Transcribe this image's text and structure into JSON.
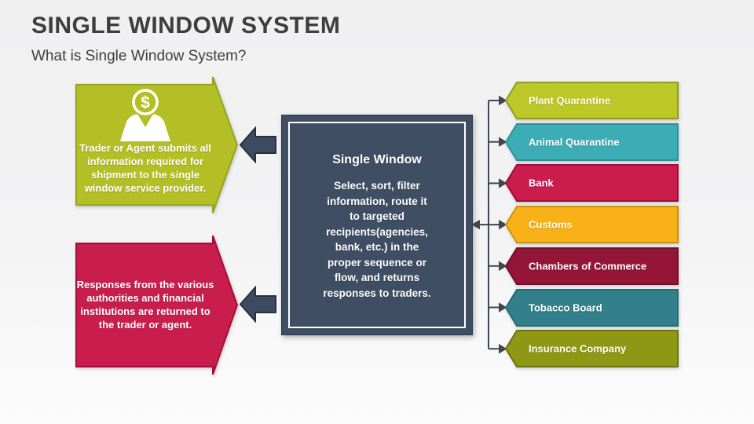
{
  "slide": {
    "title": "SINGLE WINDOW SYSTEM",
    "subtitle": "What is Single Window System?"
  },
  "left_boxes": {
    "items": [
      {
        "name": "trader-box",
        "icon": "trader-dollar-icon",
        "text": "Trader or Agent submits all\ninformation required for\nshipment to the single\nwindow service provider.",
        "fill": "#b3bf25",
        "border": "#96a31e"
      },
      {
        "name": "responses-box",
        "text": "Responses from the various\nauthorities and financial\ninstitutions are returned to\nthe trader or agent.",
        "fill": "#c91e4d",
        "border": "#a30f3d"
      }
    ]
  },
  "flow_arrows": {
    "fill": "#3e4a5f",
    "border": "#263142"
  },
  "center_box": {
    "title": "Single Window",
    "body": "Select, sort, filter\ninformation, route it\nto targeted\nrecipients(agencies,\nbank, etc.) in the\nproper sequence or\nflow, and returns\nresponses to traders.",
    "fill": "#3f4e63",
    "border": "#2b394f",
    "inner_border": "#ffffff"
  },
  "connectors": {
    "color": "#42474d"
  },
  "right_banners": {
    "items": [
      {
        "label": "Plant Quarantine",
        "fill": "#bdc728",
        "border": "#8f9c1d"
      },
      {
        "label": "Animal Quarantine",
        "fill": "#3cadb5",
        "border": "#2f8f98"
      },
      {
        "label": "Bank",
        "fill": "#cb1c4e",
        "border": "#9e0e3c"
      },
      {
        "label": "Customs",
        "fill": "#f8b117",
        "border": "#cd9111"
      },
      {
        "label": "Chambers of Commerce",
        "fill": "#951538",
        "border": "#6f0f2a"
      },
      {
        "label": "Tobacco Board",
        "fill": "#31808b",
        "border": "#266c76"
      },
      {
        "label": "Insurance Company",
        "fill": "#8f9815",
        "border": "#6a7310"
      }
    ]
  },
  "text_color": "#ffffff",
  "heading_color": "#3d3d3d"
}
